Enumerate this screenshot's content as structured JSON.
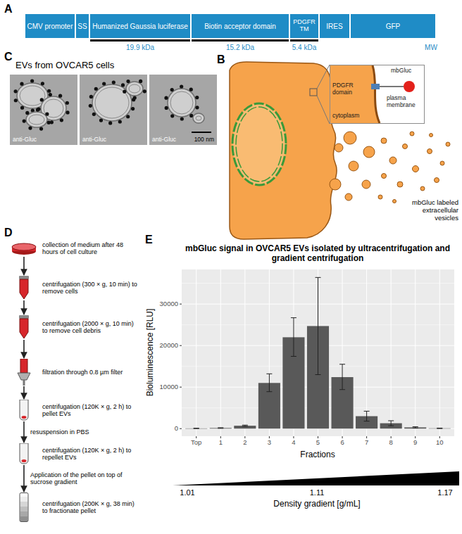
{
  "diagram": {
    "nodes": [
      {
        "text": [
          "CMV promoter"
        ]
      },
      {
        "text": [
          "SS"
        ]
      },
      {
        "text": [
          "Humanized Gaussia luciferase"
        ]
      },
      {
        "text": [
          "Biotin acceptor domain"
        ]
      },
      {
        "text": [
          "PDGFR TM"
        ]
      },
      {
        "text": [
          "IRES"
        ]
      },
      {
        "text": [
          "GFP"
        ]
      },
      {
        "text": [
          "mbGluc",
          "PDGFR domain",
          "plasma membrane",
          "cytoplasm"
        ]
      },
      {
        "text": [
          "anti-Gluc"
        ]
      },
      {
        "text": [
          "anti-Gluc"
        ]
      },
      {
        "text": [
          "anti-Gluc",
          "100 nm"
        ]
      },
      {
        "text": [
          "collection of medium after 48 hours of cell culture"
        ]
      },
      {
        "text": [
          "centrifugation (300 × g, 10 min) to remove cells"
        ]
      },
      {
        "text": [
          "centrifugation (2000 × g, 10 min) to remove cell debris"
        ]
      },
      {
        "text": [
          "filtration through 0.8 µm filter"
        ]
      },
      {
        "text": [
          "centrifugation (120K × g, 2 h) to pellet EVs"
        ]
      },
      {
        "text": [
          "centrifugation (120K × g, 2 h) to repellet EVs"
        ]
      },
      {
        "text": [
          "centrifugation (200K × g, 38 min) to fractionate pellet"
        ]
      }
    ],
    "edges": [
      {
        "from": 11,
        "to": 12,
        "arrow": "to"
      },
      {
        "from": 12,
        "to": 13,
        "arrow": "to"
      },
      {
        "from": 13,
        "to": 14,
        "arrow": "to"
      },
      {
        "from": 14,
        "to": 15,
        "arrow": "to"
      },
      {
        "from": 15,
        "to": 16,
        "label": "resuspension in PBS",
        "arrow": "to"
      },
      {
        "from": 16,
        "to": 17,
        "label": "Application of the pellet on top of sucrose gradient",
        "arrow": "to"
      }
    ],
    "labels": [
      "A",
      "B",
      "C",
      "D",
      "E",
      "19.9 kDa",
      "15.2 kDa",
      "5.4 kDa",
      "MW",
      "mbGluc labeled extracellular vesicles",
      "EVs from OVCAR5 cells",
      "mbGluc signal in OVCAR5 EVs isolated by ultracentrifugation and gradient centrifugation",
      "Bioluminescence [RLU]",
      "0",
      "10000",
      "20000",
      "30000",
      "Top",
      "1",
      "2",
      "3",
      "4",
      "5",
      "6",
      "7",
      "8",
      "9",
      "10",
      "Fractions",
      "1.01",
      "1.11",
      "1.17",
      "Density gradient [g/mL]"
    ]
  }
}
